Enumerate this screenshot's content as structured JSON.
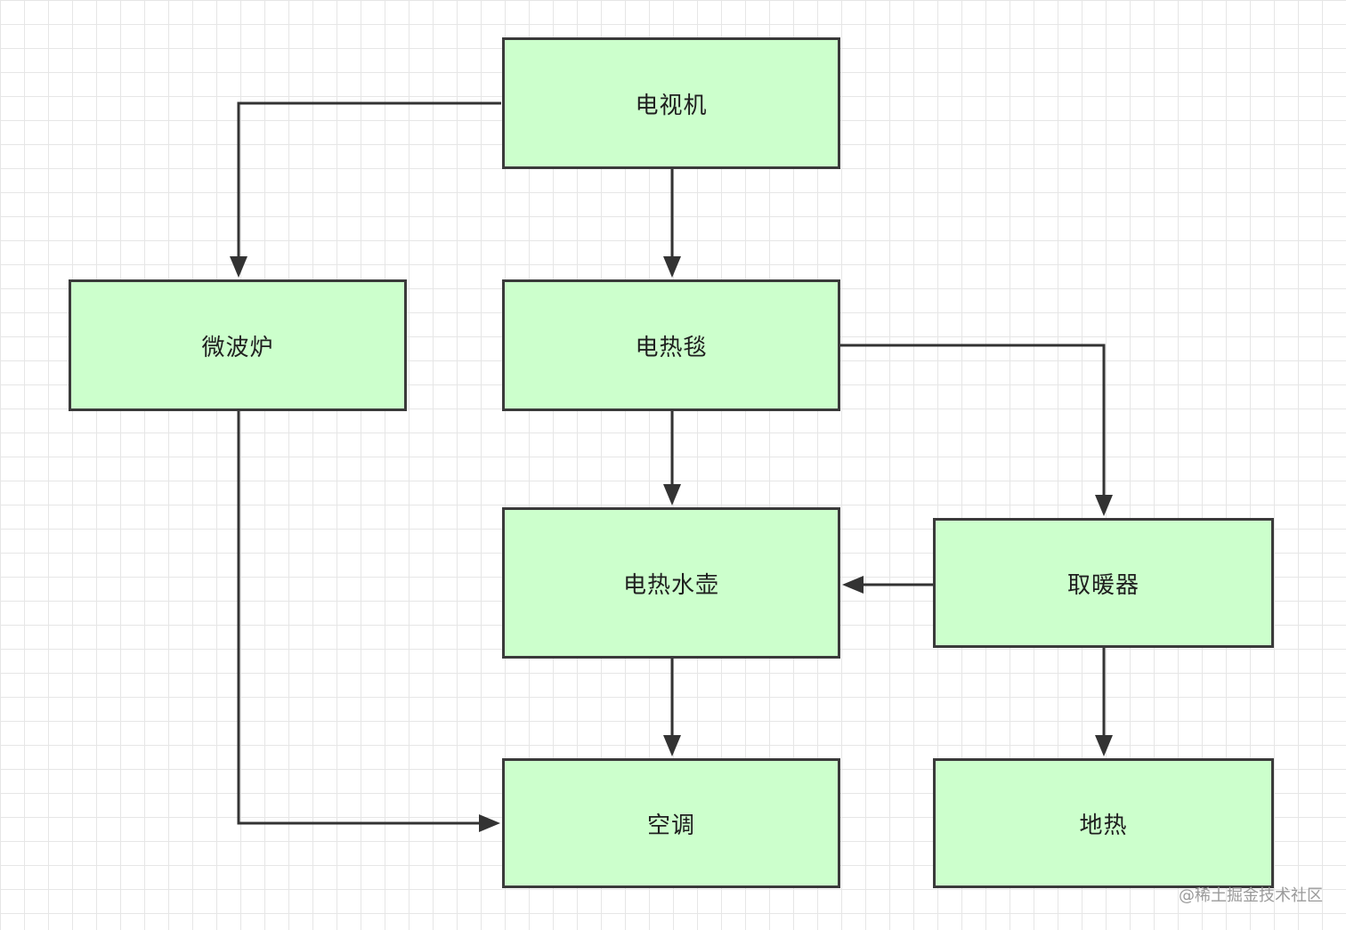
{
  "diagram": {
    "node_fill": "#ccffcc",
    "edge_color": "#333333",
    "nodes": [
      {
        "id": "tv",
        "label": "电视机"
      },
      {
        "id": "microwave",
        "label": "微波炉"
      },
      {
        "id": "blanket",
        "label": "电热毯"
      },
      {
        "id": "kettle",
        "label": "电热水壶"
      },
      {
        "id": "heater",
        "label": "取暖器"
      },
      {
        "id": "ac",
        "label": "空调"
      },
      {
        "id": "floor",
        "label": "地热"
      }
    ],
    "edges": [
      {
        "from": "tv",
        "to": "microwave"
      },
      {
        "from": "tv",
        "to": "blanket"
      },
      {
        "from": "blanket",
        "to": "kettle"
      },
      {
        "from": "blanket",
        "to": "heater"
      },
      {
        "from": "heater",
        "to": "kettle"
      },
      {
        "from": "kettle",
        "to": "ac"
      },
      {
        "from": "microwave",
        "to": "ac"
      },
      {
        "from": "heater",
        "to": "floor"
      }
    ]
  },
  "watermark": "@稀土掘金技术社区"
}
